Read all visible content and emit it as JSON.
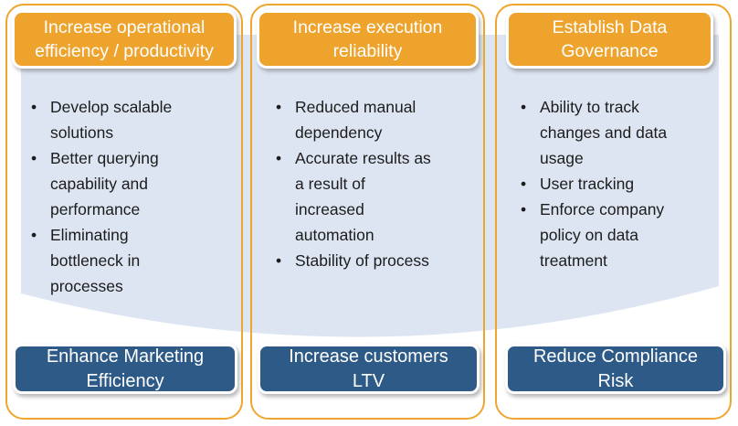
{
  "colors": {
    "header_orange": "#eea32d",
    "outline_orange": "#efa62f",
    "footer_blue": "#2e5a88",
    "band_blue": "#dee5f2",
    "body_text": "#1c1c1c",
    "header_footer_text": "#ffffff"
  },
  "columns": [
    {
      "header": "Increase operational\nefficiency / productivity",
      "bullets": [
        "Develop scalable\nsolutions",
        "Better querying\ncapability and\nperformance",
        "Eliminating\nbottleneck in\nprocesses"
      ],
      "footer": "Enhance Marketing\nEfficiency"
    },
    {
      "header": "Increase execution\nreliability",
      "bullets": [
        "Reduced manual\ndependency",
        "Accurate results as\na result of\nincreased\nautomation",
        "Stability of process"
      ],
      "footer": "Increase customers\nLTV"
    },
    {
      "header": "Establish Data\nGovernance",
      "bullets": [
        "Ability to track\nchanges and data\nusage",
        "User tracking",
        "Enforce company\npolicy on data\ntreatment"
      ],
      "footer": "Reduce Compliance\nRisk"
    }
  ]
}
